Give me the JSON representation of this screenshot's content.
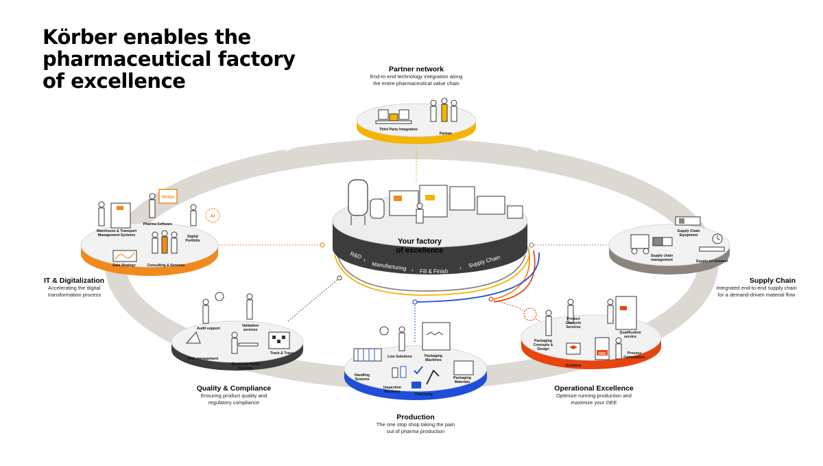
{
  "title": {
    "line1": "Körber enables the",
    "line2": "pharmaceutical factory",
    "line3": "of excellence"
  },
  "colors": {
    "partner": "#f4b400",
    "it": "#f08a1c",
    "supply": "#8a857c",
    "operational": "#e8440f",
    "production": "#1f4fd8",
    "quality": "#555555",
    "ring": "#d9d5cf"
  },
  "center": {
    "title_line1": "Your factory",
    "title_line2": "of excellence",
    "steps": [
      "R&D",
      "Manufacturing",
      "Fill & Finish",
      "Supply Chain"
    ]
  },
  "sections": {
    "partner": {
      "heading": "Partner network",
      "desc_line1": "End-to-end technology integration along",
      "desc_line2": "the entire pharmaceutical value chain",
      "items": [
        "Third Party Integration",
        "Partner"
      ]
    },
    "it": {
      "heading": "IT & Digitalization",
      "desc_line1": "Accelerating the digital",
      "desc_line2": "transformation process",
      "items": {
        "warehouse_1": "Warehouse & Transport",
        "warehouse_2": "Management Systems",
        "pharma_software": "Pharma Software",
        "digital_1": "Digital",
        "digital_2": "Portfolio",
        "data_strategy": "Data Strategy",
        "consulting": "Consulting & Services",
        "pasx": "PAS|X",
        "ai": "AI"
      }
    },
    "supply": {
      "heading": "Supply Chain",
      "desc_line1": "Integrated end-to-end supply chain",
      "desc_line2": "for a demand-driven material flow",
      "items": {
        "equipment_1": "Supply Chain",
        "equipment_2": "Equipment",
        "management_1": "Supply chain",
        "management_2": "management",
        "on_demand": "Supply on demand"
      }
    },
    "operational": {
      "heading": "Operational Excellence",
      "desc_line1": "Optimize running production and",
      "desc_line2": "maximize your OEE",
      "items": {
        "packaging_1": "Packaging",
        "packaging_2": "Concepts &",
        "packaging_3": "Design",
        "lifecycle_1": "Product",
        "lifecycle_2": "Lifecycle",
        "lifecycle_3": "Services",
        "qualification_1": "Qualification",
        "qualification_2": "service",
        "academy": "Academy",
        "process_1": "Process",
        "process_2": "Optimization",
        "oee": "OEE"
      }
    },
    "production": {
      "heading": "Production",
      "desc_line1": "The one stop shop taking the pain",
      "desc_line2": "out of pharma production",
      "items": {
        "handling_1": "Handling",
        "handling_2": "Systems",
        "line": "Line Solutions",
        "pkg_machines_1": "Packaging",
        "pkg_machines_2": "Machines",
        "inspection_1": "Inspection",
        "inspection_2": "Machines",
        "palletizing": "Palletizing",
        "pkg_materials_1": "Packaging",
        "pkg_materials_2": "Materials"
      }
    },
    "quality": {
      "heading": "Quality & Compliance",
      "desc_line1": "Ensuring product quality and",
      "desc_line2": "regulatory compliance",
      "items": {
        "audit": "Audit support",
        "validation_1": "Validation",
        "validation_2": "services",
        "risk": "Risk management",
        "ebr_1": "Electronic Batch",
        "ebr_2": "Records",
        "track": "Track & Trace"
      }
    }
  }
}
